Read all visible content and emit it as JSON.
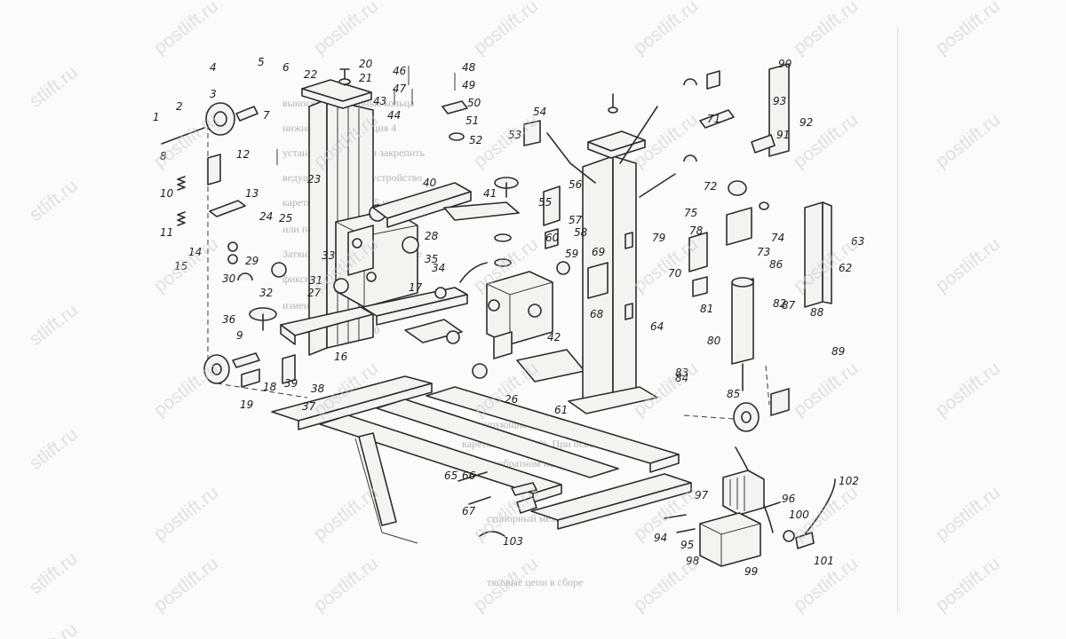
{
  "watermark": {
    "text": "postlift.ru",
    "partial_text": "stlift.ru"
  },
  "labels": [
    "1",
    "2",
    "3",
    "4",
    "5",
    "6",
    "7",
    "8",
    "9",
    "10",
    "11",
    "12",
    "13",
    "14",
    "15",
    "16",
    "17",
    "18",
    "19",
    "20",
    "21",
    "22",
    "23",
    "24",
    "25",
    "26",
    "27",
    "28",
    "29",
    "30",
    "31",
    "32",
    "33",
    "34",
    "35",
    "36",
    "37",
    "38",
    "39",
    "40",
    "41",
    "42",
    "43",
    "44",
    "46",
    "47",
    "48",
    "49",
    "50",
    "51",
    "52",
    "53",
    "54",
    "55",
    "56",
    "57",
    "58",
    "59",
    "60",
    "61",
    "62",
    "63",
    "64",
    "65",
    "66",
    "67",
    "68",
    "69",
    "70",
    "71",
    "72",
    "73",
    "74",
    "75",
    "78",
    "79",
    "80",
    "81",
    "82",
    "83",
    "84",
    "85",
    "86",
    "87",
    "88",
    "89",
    "90",
    "91",
    "92",
    "93",
    "94",
    "95",
    "96",
    "97",
    "98",
    "99",
    "100",
    "101",
    "102",
    "103"
  ],
  "background_text": [
    "выноски и стопорные кольца",
    "нижняя опора, позиция 4",
    "установить ролики и закрепить",
    "ведущее и ведомое устройство",
    "каретки 43 и 64 на 45 мм",
    "или подтяжкой тросов",
    "Затяните каретку и установите",
    "фиксирующие болты",
    "изменяется стяжной винт",
    "каретки 42 и 64 на 60",
    "фиксирующие устройства",
    "каретки 14 (рис. 8). При освобождении",
    "лапах в обратном направлении",
    "стопорный механизм",
    "тяговые цепи в сборе"
  ]
}
